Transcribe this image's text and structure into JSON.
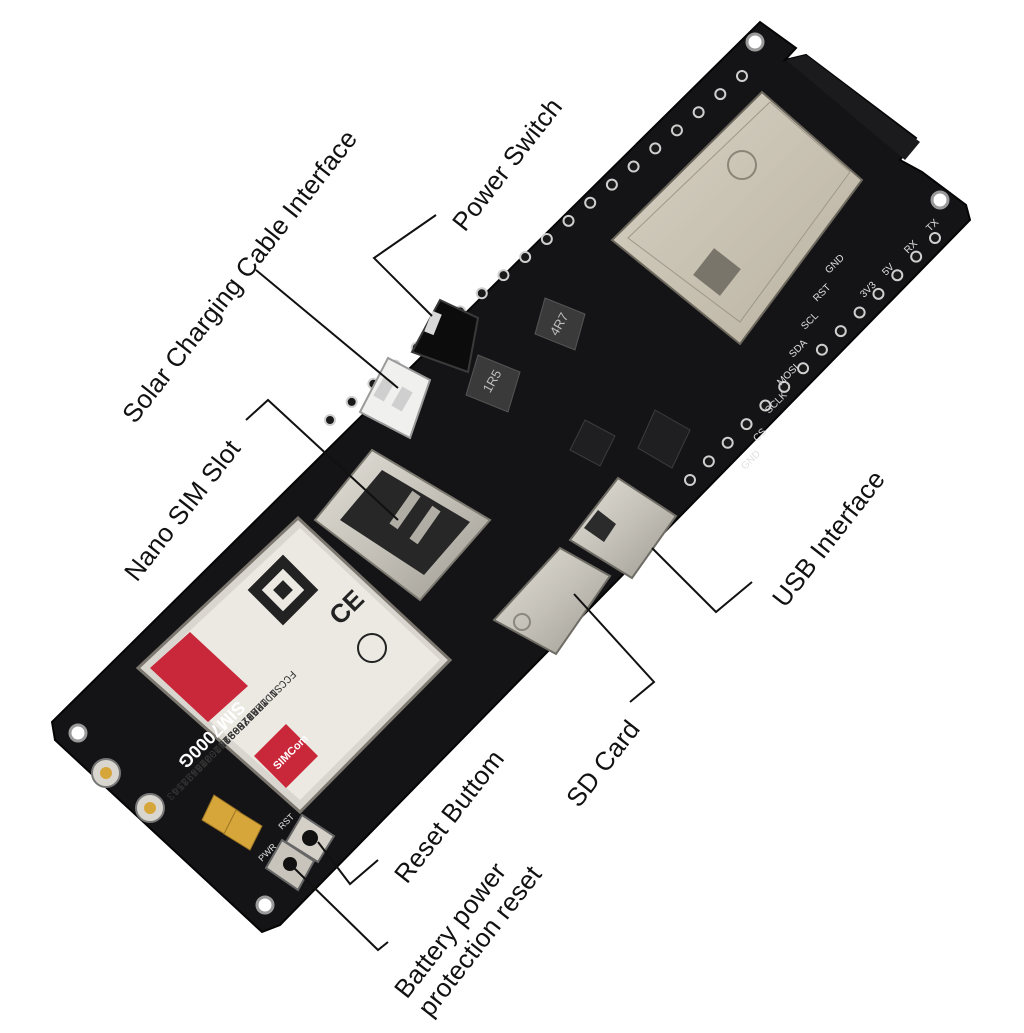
{
  "labels": {
    "solar": "Solar Charging Cable Interface",
    "power": "Power Switch",
    "sim": "Nano SIM Slot",
    "usb": "USB Interface",
    "sd": "SD Card",
    "reset": "Reset Buttom",
    "battery": "Battery power\nprotection reset"
  },
  "board": {
    "pins_left": [
      "GND",
      "CS",
      "SCLK",
      "MOSI",
      "SDA",
      "SCL",
      "RST",
      "GND"
    ],
    "pins_right": [
      "TX",
      "RX",
      "5V",
      "3V3"
    ],
    "inductors": [
      "1R5",
      "4R7"
    ],
    "module_model": "SIM7000G",
    "module_brand": "SIMCom",
    "module_lines": [
      "P/N S2-107Y8-Z1T63",
      "IMEI 869951031159854",
      "SN MP06200211000254",
      "FCC ID:2AJYU-SIM7000G"
    ],
    "marking_pwr": "PWR",
    "marking_rst": "RST"
  },
  "colors": {
    "pcb": "#141416",
    "module": "#d9d5cf",
    "metal": "#c9c6bd",
    "gold": "#d7a63a",
    "red": "#c8283a"
  }
}
